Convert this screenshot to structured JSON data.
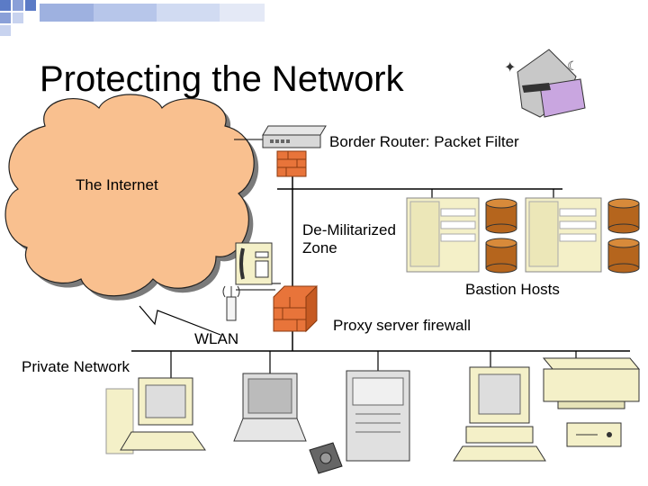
{
  "slide": {
    "title": "Protecting the Network"
  },
  "labels": {
    "border_router": "Border Router: Packet Filter",
    "internet": "The Internet",
    "dmz_line1": "De-Militarized",
    "dmz_line2": "Zone",
    "bastion_hosts": "Bastion Hosts",
    "proxy_firewall": "Proxy server firewall",
    "wlan": "WLAN",
    "private_network": "Private Network"
  },
  "colors": {
    "cloud_fill": "#f9c08f",
    "firewall": "#e8743a",
    "corner_blue": "#5b7bc6",
    "database_fill": "#b5651d",
    "device_beige": "#f4f0c8"
  },
  "icons": [
    "corner-squares-icon",
    "spy-icon",
    "router-icon",
    "firewall-icon",
    "telephone-icon",
    "wireless-access-point-icon",
    "server-rack-icon",
    "database-icon",
    "desktop-computer-icon",
    "laptop-icon",
    "tower-server-icon",
    "printer-icon",
    "external-drive-icon",
    "hard-drive-icon"
  ]
}
